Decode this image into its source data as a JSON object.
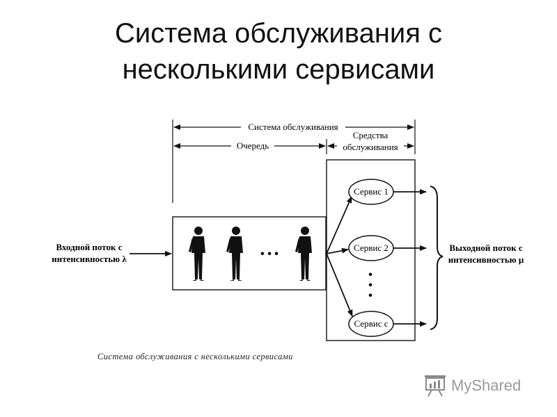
{
  "title": {
    "line1": "Система обслуживания с",
    "line2": "несколькими сервисами"
  },
  "diagram": {
    "span_system": "Система обслуживания",
    "span_queue": "Очередь",
    "span_service_line1": "Средства",
    "span_service_line2": "обслуживания",
    "input_line1": "Входной поток с",
    "input_line2": "интенсивностью λ",
    "output_line1": "Выходной поток с",
    "output_line2": "интенсивностью μ",
    "queue_ellipsis": "• • •",
    "servers": [
      "Сервис 1",
      "Сервис 2",
      "Сервис c"
    ],
    "server_ellipsis": [
      "•",
      "•",
      "•"
    ]
  },
  "caption": "Система обслуживания с несколькими сервисами",
  "watermark": {
    "brand": "MyShared",
    "icon": "presentation-board-icon"
  }
}
